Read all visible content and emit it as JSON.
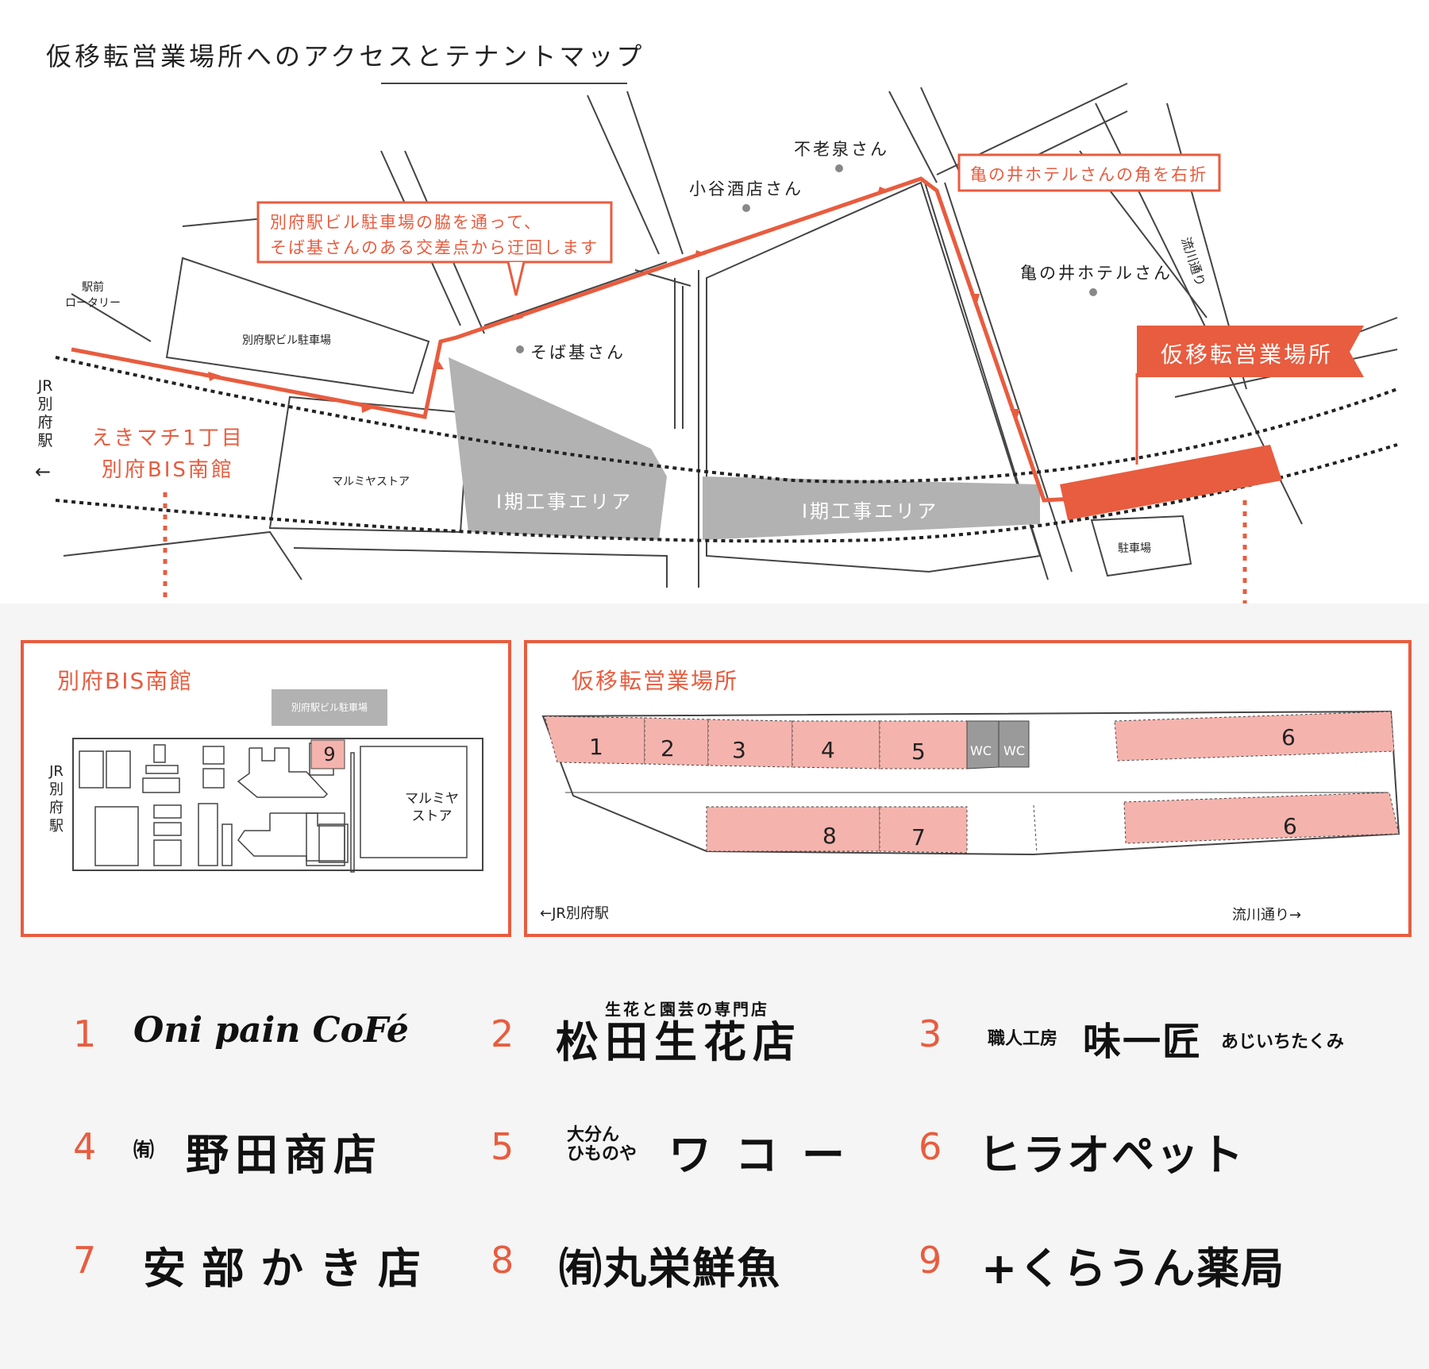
{
  "title": "仮移転営業場所へのアクセスとテナントマップ",
  "map": {
    "callout_route": [
      "別府駅ビル駐車場の脇を通って、",
      "そば基さんのある交差点から迂回します"
    ],
    "callout_turn": "亀の井ホテルさんの角を右折",
    "destination_flag": "仮移転営業場所",
    "landmarks": {
      "furosen": "不老泉さん",
      "kotani": "小谷酒店さん",
      "kamenoi": "亀の井ホテルさん",
      "sobaki": "そば基さん",
      "rotary": [
        "駅前",
        "ロータリー"
      ],
      "station_parking": "別府駅ビル駐車場",
      "marumiya": "マルミヤストア",
      "parking": "駐車場",
      "nagarekawa": "流川通り",
      "jr_station": [
        "JR",
        "別",
        "府",
        "駅"
      ],
      "arrow_left": "←",
      "ekimachi": [
        "えきマチ1丁目",
        "別府BIS南館"
      ],
      "construction_1": "Ⅰ期工事エリア",
      "construction_2": "Ⅰ期工事エリア"
    }
  },
  "bis_panel": {
    "title": "別府BIS南館",
    "parking_label": "別府駅ビル駐車場",
    "jr_station": [
      "JR",
      "別",
      "府",
      "駅"
    ],
    "marumiya": [
      "マルミヤ",
      "ストア"
    ],
    "tenant_9": "9"
  },
  "temp_panel": {
    "title": "仮移転営業場所",
    "top_row": [
      "1",
      "2",
      "3",
      "4",
      "5",
      "WC",
      "WC",
      "6"
    ],
    "bottom_row": [
      "8",
      "7",
      "6"
    ],
    "left_note": "←JR別府駅",
    "right_note": "流川通り→"
  },
  "legend": [
    {
      "num": "1",
      "name": "Oni pain CoFé",
      "sub": ""
    },
    {
      "num": "2",
      "name": "松田生花店",
      "sub": "生花と園芸の専門店"
    },
    {
      "num": "3",
      "name": "味一匠",
      "pre": "職人工房",
      "post": "あじいちたくみ"
    },
    {
      "num": "4",
      "name": "野田商店",
      "pre": "㈲"
    },
    {
      "num": "5",
      "name": "ワコー",
      "pre": [
        "大分ん",
        "ひものや"
      ]
    },
    {
      "num": "6",
      "name": "ヒラオペット"
    },
    {
      "num": "7",
      "name": "安部かき店"
    },
    {
      "num": "8",
      "name": "㈲丸栄鮮魚"
    },
    {
      "num": "9",
      "name": "+くらうん薬局"
    }
  ],
  "colors": {
    "accent": "#e85c3f",
    "tenant_fill": "#f5b3ad",
    "construction": "#b2b2b2",
    "wc": "#9a9a9a"
  }
}
